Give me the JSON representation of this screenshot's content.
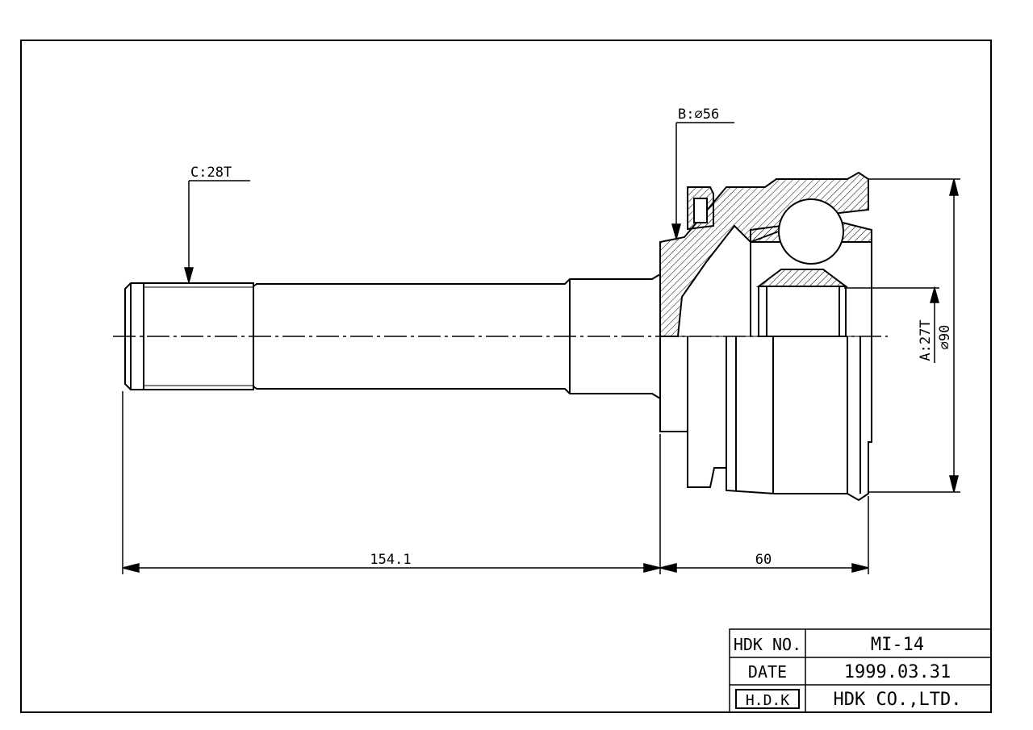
{
  "labels": {
    "spline_c": "C:28T",
    "seal_b": "B:⌀56",
    "spline_a": "A:27T",
    "outer_dia": "⌀90",
    "shaft_length": "154.1",
    "bell_length": "60"
  },
  "title_block": {
    "no_label": "HDK NO.",
    "no_value": "MI-14",
    "date_label": "DATE",
    "date_value": "1999.03.31",
    "logo_text": "H.D.K",
    "company": "HDK CO.,LTD."
  }
}
